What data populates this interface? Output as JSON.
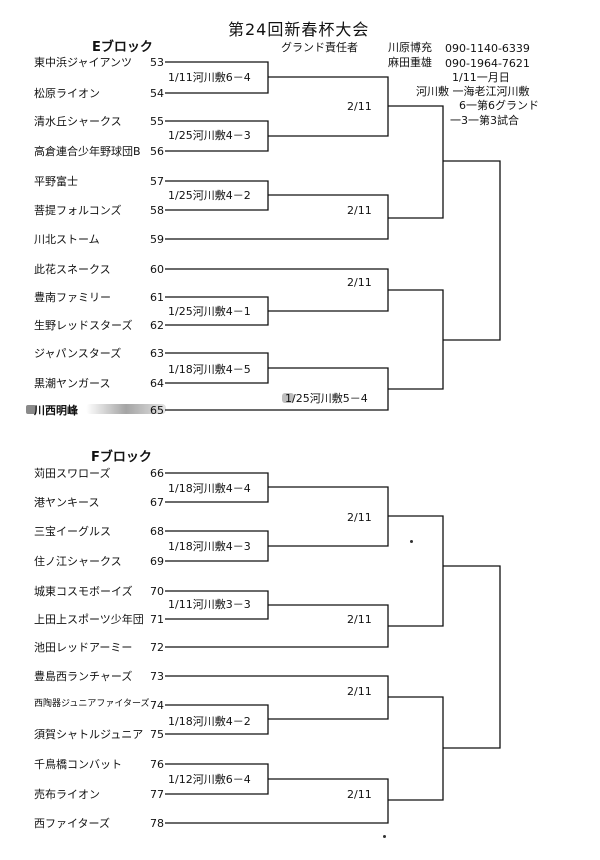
{
  "title": "第24回新春杯大会",
  "header": {
    "grand_manager_label": "グランド責任者",
    "contacts": [
      {
        "name": "川原博充",
        "phone": "090-1140-6339"
      },
      {
        "name": "麻田重雄",
        "phone": "090-1964-7621"
      }
    ],
    "info_lines": [
      "1/11一月日",
      "河川敷 一海老江河川敷",
      "6一第6グランド",
      "一3一第3試合"
    ]
  },
  "blocks": [
    {
      "name": "Eブロック",
      "teams": [
        {
          "name": "東中浜ジャイアンツ",
          "number": "53"
        },
        {
          "name": "松原ライオン",
          "number": "54"
        },
        {
          "name": "清水丘シャークス",
          "number": "55"
        },
        {
          "name": "高倉連合少年野球団B",
          "number": "56"
        },
        {
          "name": "平野富士",
          "number": "57"
        },
        {
          "name": "菩提フォルコンズ",
          "number": "58"
        },
        {
          "name": "川北ストーム",
          "number": "59"
        },
        {
          "name": "此花スネークス",
          "number": "60"
        },
        {
          "name": "豊南ファミリー",
          "number": "61"
        },
        {
          "name": "生野レッドスターズ",
          "number": "62"
        },
        {
          "name": "ジャパンスターズ",
          "number": "63"
        },
        {
          "name": "黒潮ヤンガース",
          "number": "64"
        },
        {
          "name": "川西明峰",
          "number": "65"
        }
      ],
      "matches": [
        "1/11河川敷6－4",
        "2/11",
        "1/25河川敷4－3",
        "1/25河川敷4－2",
        "2/11",
        "2/11",
        "1/25河川敷4－1",
        "1/18河川敷4－5",
        "1/25河川敷5－4"
      ]
    },
    {
      "name": "Fブロック",
      "teams": [
        {
          "name": "苅田スワローズ",
          "number": "66"
        },
        {
          "name": "港ヤンキース",
          "number": "67"
        },
        {
          "name": "三宝イーグルス",
          "number": "68"
        },
        {
          "name": "住ノ江シャークス",
          "number": "69"
        },
        {
          "name": "城東コスモボーイズ",
          "number": "70"
        },
        {
          "name": "上田上スポーツ少年団",
          "number": "71"
        },
        {
          "name": "池田レッドアーミー",
          "number": "72"
        },
        {
          "name": "豊島西ランチャーズ",
          "number": "73"
        },
        {
          "name": "西陶器ジュニアファイターズ",
          "number": "74"
        },
        {
          "name": "須賀シャトルジュニア",
          "number": "75"
        },
        {
          "name": "千鳥橋コンバット",
          "number": "76"
        },
        {
          "name": "売布ライオン",
          "number": "77"
        },
        {
          "name": "西ファイターズ",
          "number": "78"
        }
      ],
      "matches": [
        "1/18河川敷4－4",
        "2/11",
        "1/18河川敷4－3",
        "1/11河川敷3－3",
        "2/11",
        "2/11",
        "1/18河川敷4－2",
        "1/12河川敷6－4",
        "2/11"
      ]
    }
  ]
}
